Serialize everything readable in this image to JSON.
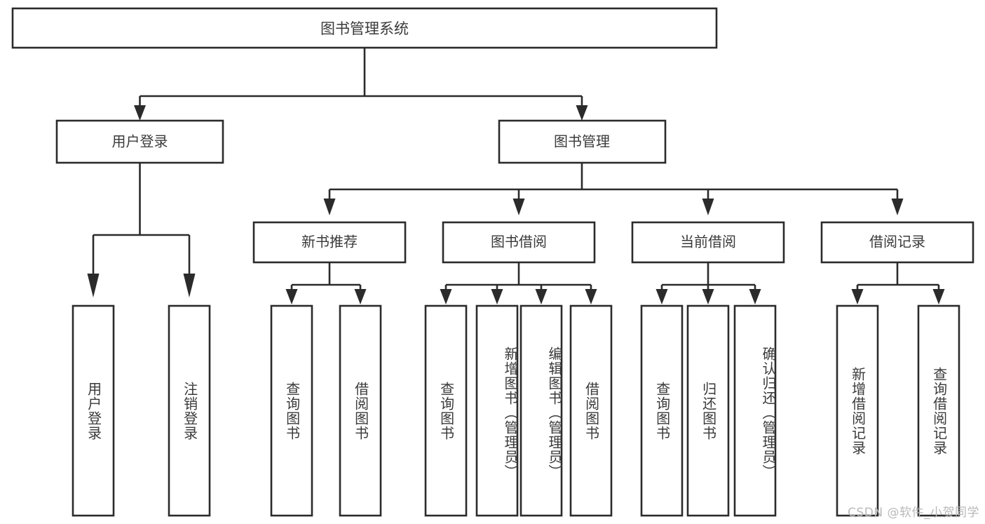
{
  "diagram": {
    "type": "hierarchy-tree",
    "title": "图书管理系统",
    "watermark": "CSDN @软件_小贺同学",
    "colors": {
      "box_stroke": "#2b2b2b",
      "box_fill": "#ffffff",
      "text": "#3a3a3a",
      "background": "#ffffff",
      "watermark": "#b9b9b9"
    },
    "root": {
      "label": "图书管理系统"
    },
    "level2": [
      {
        "label": "用户登录"
      },
      {
        "label": "图书管理"
      }
    ],
    "level3": [
      {
        "label": "新书推荐"
      },
      {
        "label": "图书借阅"
      },
      {
        "label": "当前借阅"
      },
      {
        "label": "借阅记录"
      }
    ],
    "leaves": {
      "user_login": [
        {
          "label": "用户登录"
        },
        {
          "label": "注销登录"
        }
      ],
      "new_book_recommend": [
        {
          "label": "查询图书"
        },
        {
          "label": "借阅图书"
        }
      ],
      "book_borrow": [
        {
          "label": "查询图书"
        },
        {
          "label": "新增图书（管理员）"
        },
        {
          "label": "编辑图书（管理员）"
        },
        {
          "label": "借阅图书"
        }
      ],
      "current_borrow": [
        {
          "label": "查询图书"
        },
        {
          "label": "归还图书"
        },
        {
          "label": "确认归还（管理员）"
        }
      ],
      "borrow_record": [
        {
          "label": "新增借阅记录"
        },
        {
          "label": "查询借阅记录"
        }
      ]
    }
  }
}
